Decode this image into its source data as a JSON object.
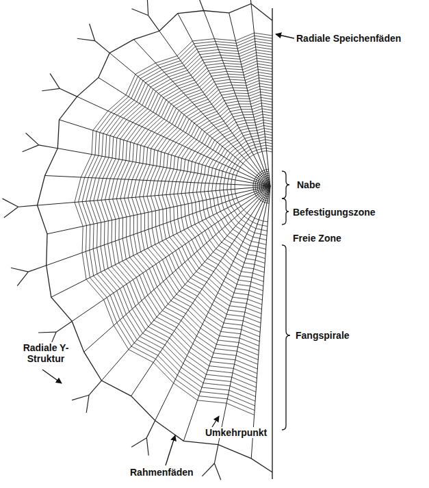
{
  "diagram": {
    "labels": [
      "Radiale Speichenfäden",
      "Nabe",
      "Befestigungszone",
      "Freie Zone",
      "Fangspirale",
      "Radiale Y-Struktur",
      "Umkehrpunkt",
      "Rahmenfäden"
    ]
  }
}
